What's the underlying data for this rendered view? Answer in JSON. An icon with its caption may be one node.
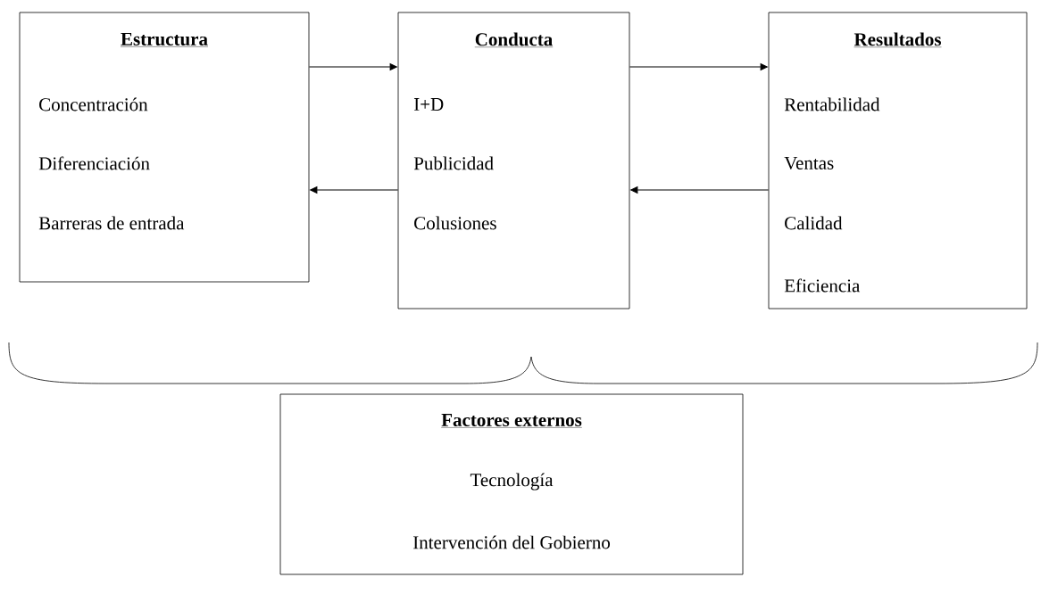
{
  "diagram": {
    "nodes": [
      {
        "text": [
          "Estructura",
          "Concentración",
          "Diferenciación",
          "Barreras de entrada"
        ]
      },
      {
        "text": [
          "Conducta",
          "I+D",
          "Publicidad",
          "Colusiones"
        ]
      },
      {
        "text": [
          "Resultados",
          "Rentabilidad",
          "Ventas",
          "Calidad",
          "Eficiencia"
        ]
      },
      {
        "text": [
          "Factores externos",
          "Tecnología",
          "Intervención del Gobierno"
        ]
      }
    ],
    "edges": [
      {
        "from": 0,
        "to": 1,
        "arrow": "to"
      },
      {
        "from": 1,
        "to": 0,
        "arrow": "to"
      },
      {
        "from": 1,
        "to": 2,
        "arrow": "to"
      },
      {
        "from": 2,
        "to": 1,
        "arrow": "to"
      }
    ]
  }
}
